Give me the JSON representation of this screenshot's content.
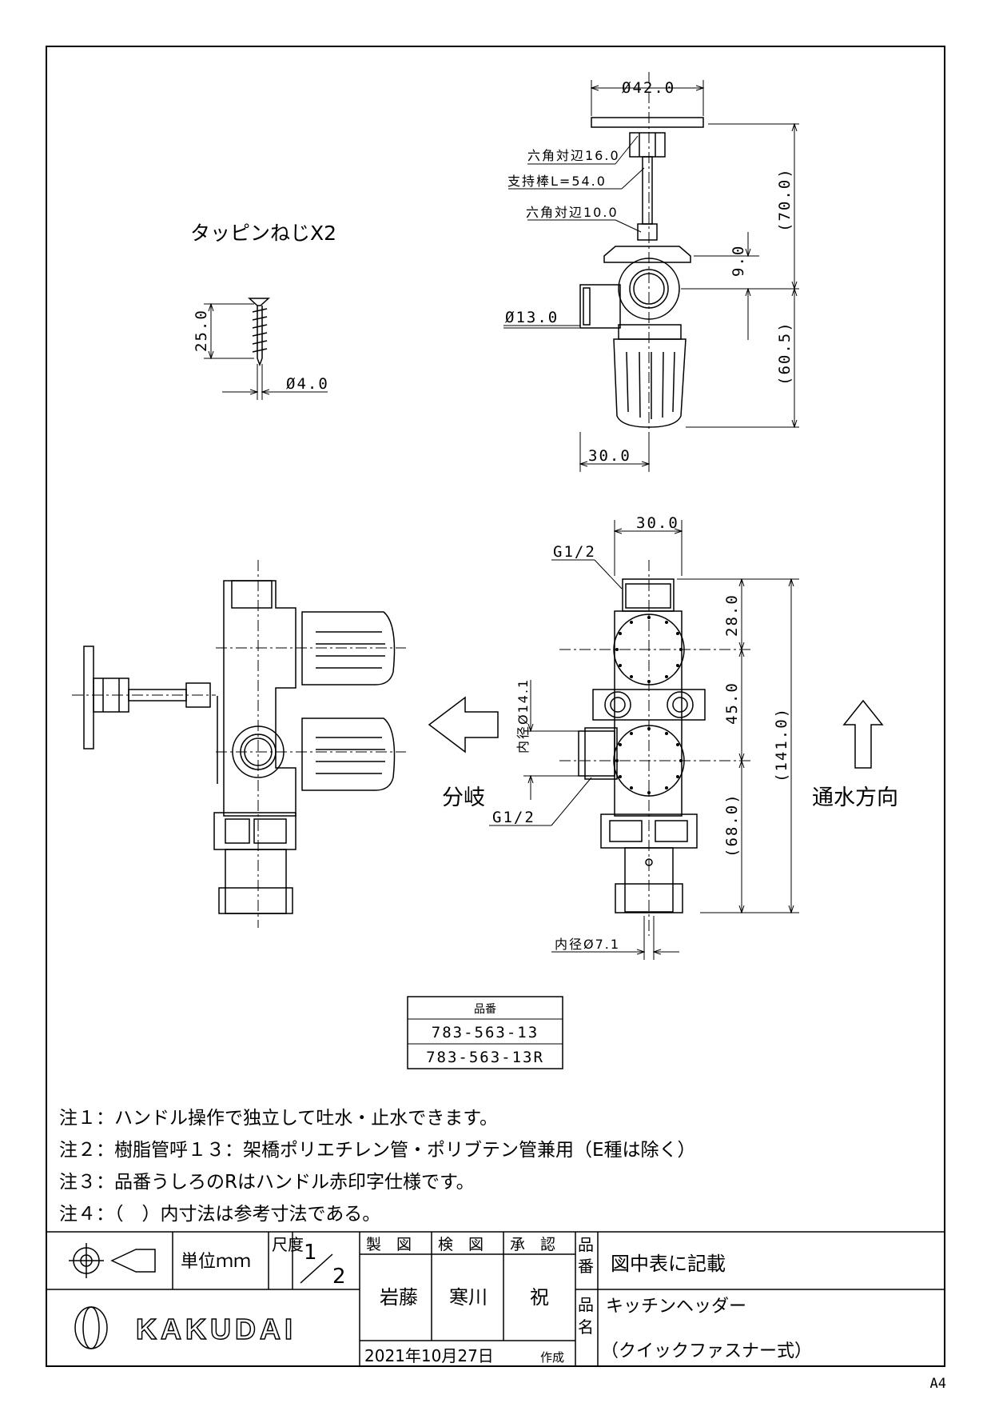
{
  "dimensions": {
    "dia42": "Ø42.0",
    "hex16": "六角対辺16.0",
    "rod54": "支持棒L=54.0",
    "hex10": "六角対辺10.0",
    "d70": "(70.0)",
    "d9": "9.0",
    "dia13": "Ø13.0",
    "d605": "(60.5)",
    "w30_top": "30.0",
    "w30_front": "30.0",
    "screw25": "25.0",
    "screw_dia4": "Ø4.0",
    "g12_top": "G1/2",
    "g12_bottom": "G1/2",
    "inner141": "内径Ø14.1",
    "d28": "28.0",
    "d45": "45.0",
    "d141": "(141.0)",
    "d68": "(68.0)",
    "inner71": "内径Ø7.1"
  },
  "labels": {
    "screw_title": "タッピンねじX2",
    "branch": "分岐",
    "flow_direction": "通水方向"
  },
  "part_table": {
    "header": "品番",
    "rows": [
      "783-563-13",
      "783-563-13R"
    ]
  },
  "notes": [
    "注１：ハンドル操作で独立して吐水・止水できます。",
    "注２：樹脂管呼１３：架橋ポリエチレン管・ポリブテン管兼用（E種は除く）",
    "注３：品番うしろのRはハンドル赤印字仕様です。",
    "注４：（　）内寸法は参考寸法である。"
  ],
  "title_block": {
    "unit": "単位ｍｍ",
    "scale_label": "尺度",
    "scale_num": "1",
    "scale_den": "2",
    "drawn_label": "製　図",
    "checked_label": "検　図",
    "approved_label": "承　認",
    "drawn_by": "岩藤",
    "checked_by": "寒川",
    "approved_by": "祝",
    "part_no_label_1": "品",
    "part_no_label_2": "番",
    "part_no_value": "図中表に記載",
    "name_label_1": "品",
    "name_label_2": "名",
    "name_line1": "キッチンヘッダー",
    "name_line2": "（クイックファスナー式）",
    "date": "2021年10月27日",
    "created": "作成",
    "company": "KAKUDAI"
  },
  "sheet_size": "A4"
}
